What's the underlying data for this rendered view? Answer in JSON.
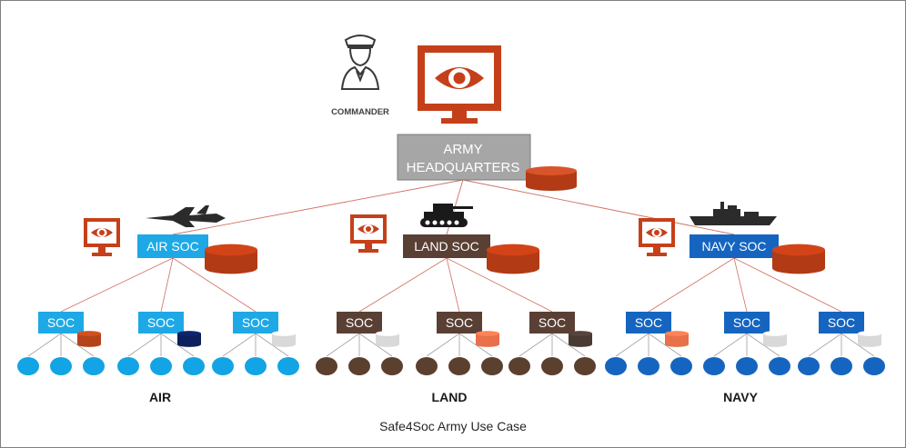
{
  "commander": {
    "label": "COMMANDER",
    "icon": "commander-officer-icon"
  },
  "headquarters": {
    "line1": "ARMY",
    "line2": "HEADQUARTERS",
    "monitor_icon": "eye-monitor-icon",
    "db_icon": "database-icon"
  },
  "branches": [
    {
      "id": "air",
      "soc_label": "AIR SOC",
      "branch_label": "AIR",
      "vehicle_icon": "fighter-jet-icon",
      "color": "#1ea9e6",
      "node_color": "#12a4e4",
      "db_color": "#b23a14"
    },
    {
      "id": "land",
      "soc_label": "LAND SOC",
      "branch_label": "LAND",
      "vehicle_icon": "tank-icon",
      "color": "#5a4034",
      "node_color": "#5b3f2f",
      "db_color": "#b23a14"
    },
    {
      "id": "navy",
      "soc_label": "NAVY SOC",
      "branch_label": "NAVY",
      "vehicle_icon": "warship-icon",
      "color": "#1565c0",
      "node_color": "#1565c0",
      "db_color": "#b23a14"
    }
  ],
  "sub_socs": [
    {
      "label": "SOC",
      "db_color": "#b3441a"
    },
    {
      "label": "SOC",
      "db_color": "#0d1f5c"
    },
    {
      "label": "SOC",
      "db_color": "#d9d9d9"
    },
    {
      "label": "SOC",
      "db_color": "#d9d9d9"
    },
    {
      "label": "SOC",
      "db_color": "#e8704a"
    },
    {
      "label": "SOC",
      "db_color": "#4a3a34"
    },
    {
      "label": "SOC",
      "db_color": "#e8704a"
    },
    {
      "label": "SOC",
      "db_color": "#d9d9d9"
    },
    {
      "label": "SOC",
      "db_color": "#d9d9d9"
    }
  ],
  "caption": "Safe4Soc Army Use Case",
  "colors": {
    "accent": "#c5401a",
    "hq_box": "#a6a6a6",
    "link_line": "#d07060"
  }
}
